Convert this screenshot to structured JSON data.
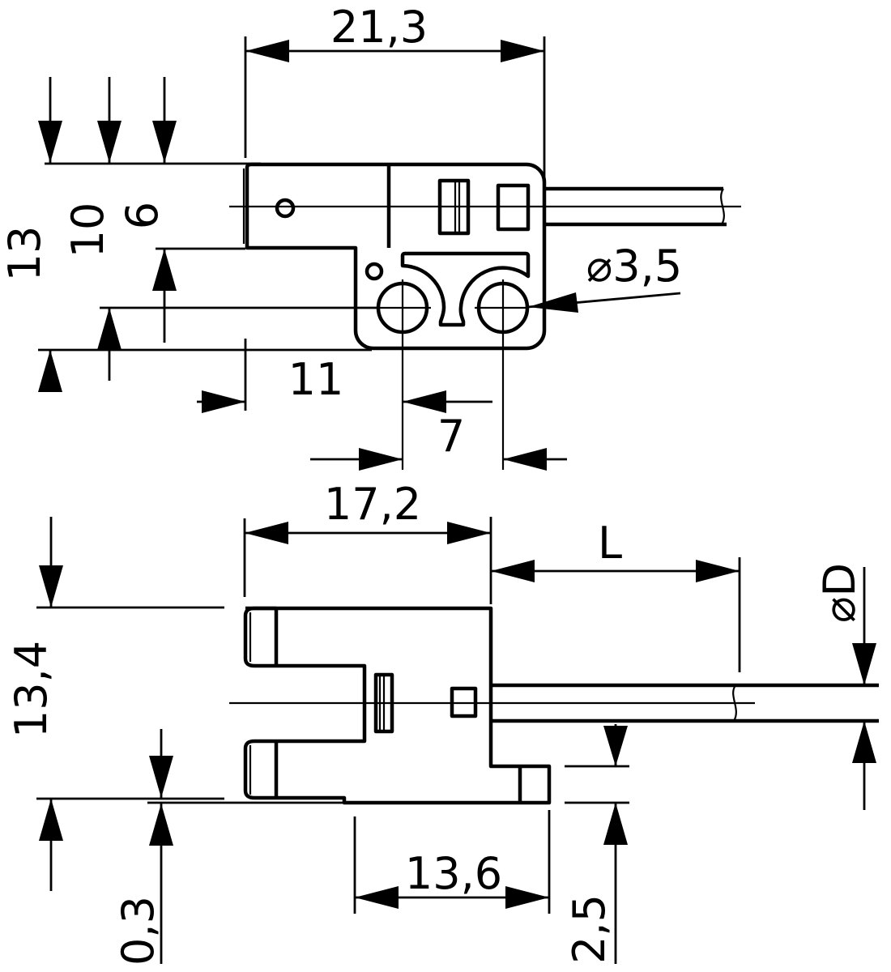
{
  "style": {
    "background": "#ffffff",
    "line_color": "#000000"
  },
  "top_view": {
    "width": "21,3",
    "overall_height": "13",
    "hole_axis_height": "10",
    "head_height": "6",
    "hole_offset": "11",
    "hole_spacing": "7",
    "hole_diameter": "⌀3,5"
  },
  "side_view": {
    "body_width": "17,2",
    "overall_height": "13,4",
    "cable_length": "L",
    "cable_diameter": "⌀D",
    "base_width": "13,6",
    "foot_height": "2,5",
    "bottom_step": "0,3"
  }
}
